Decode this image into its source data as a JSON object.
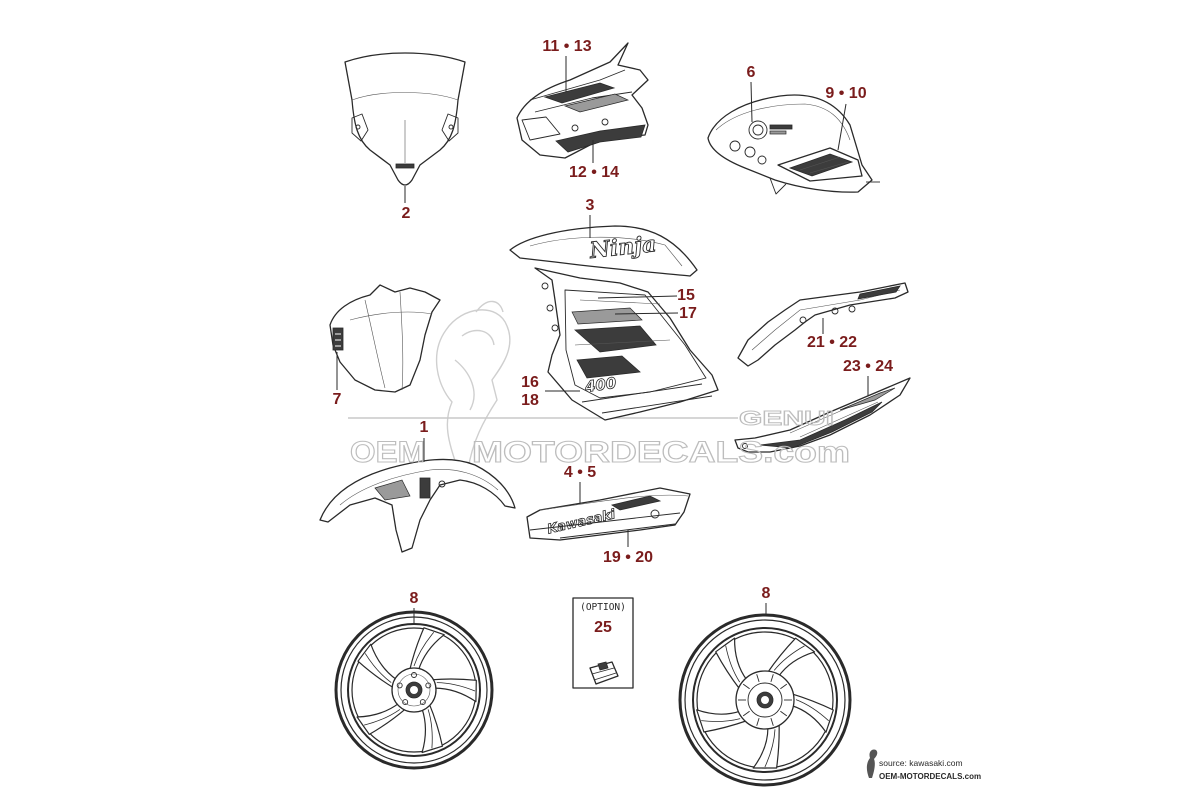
{
  "callouts": {
    "windscreen": "2",
    "upper_cowl_top": "11 • 13",
    "upper_cowl_bottom": "12 • 14",
    "tank_emblem": "6",
    "tank_stripe": "9 • 10",
    "shroud": "3",
    "fairing_a": "15",
    "fairing_b": "17",
    "fairing_c": "16",
    "fairing_d": "18",
    "front_cowl": "7",
    "front_fender": "1",
    "lower_cowl_top": "4 • 5",
    "lower_cowl_bottom": "19 • 20",
    "seat_cover": "21 • 22",
    "tail_cover": "23 • 24",
    "wheel_left": "8",
    "wheel_right": "8"
  },
  "option": {
    "label": "(OPTION)",
    "number": "25"
  },
  "decal_lettering": {
    "ninja": "Ninja",
    "model": "400",
    "brand": "Kawasaki"
  },
  "watermark": {
    "left": "OEM",
    "right": "MOTORDECALS.com",
    "badge": "GENUI"
  },
  "credit": {
    "source": "source: kawasaki.com",
    "site": "OEM-MOTORDECALS.com"
  },
  "colors": {
    "callout": "#7a1c1c",
    "line": "#2a2a2a",
    "watermark": "#bdbdbd",
    "background": "#ffffff"
  }
}
